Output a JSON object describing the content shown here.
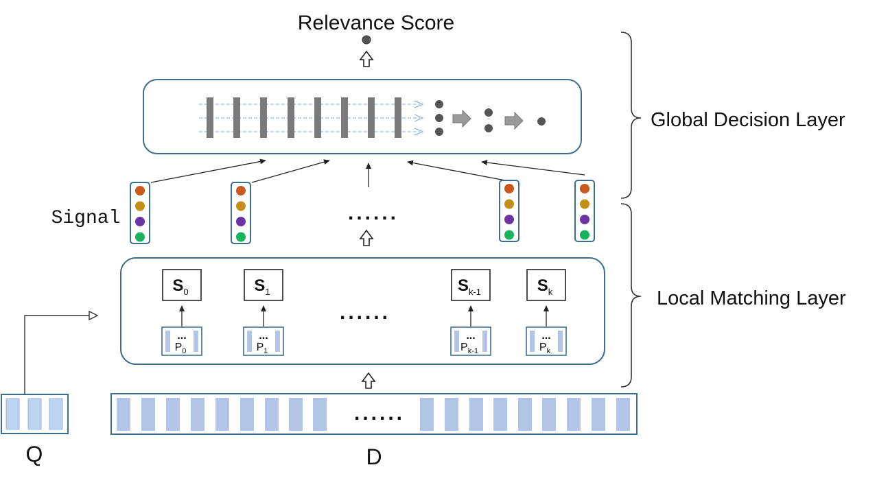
{
  "title": "Relevance  Score",
  "layers": {
    "global": "Global Decision Layer",
    "local": "Local Matching Layer"
  },
  "signal_label": "Signal",
  "ellipsis": "......",
  "inputs": {
    "query": "Q",
    "document": "D"
  },
  "score_nodes": [
    {
      "base": "S",
      "sub": "0"
    },
    {
      "base": "S",
      "sub": "1"
    },
    {
      "base": "S",
      "sub": "k-1"
    },
    {
      "base": "S",
      "sub": "k"
    }
  ],
  "passages": [
    {
      "base": "P",
      "sub": "0"
    },
    {
      "base": "P",
      "sub": "1"
    },
    {
      "base": "P",
      "sub": "k-1"
    },
    {
      "base": "P",
      "sub": "k"
    }
  ],
  "colors": {
    "box_border": "#3d6e8c",
    "bar_fill": "#b3c5e6",
    "dark_bar": "#7a7a7a",
    "node": "#555555",
    "signal_dots": [
      "#c9581c",
      "#c48f17",
      "#6c33a6",
      "#18b35a"
    ],
    "dashed": "#8aaad0"
  }
}
